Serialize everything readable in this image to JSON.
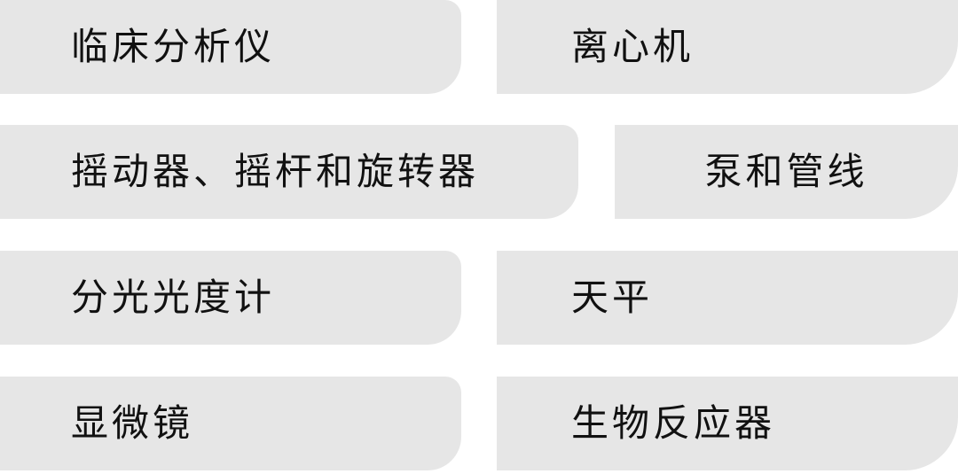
{
  "colors": {
    "tile_background": "#e6e6e6",
    "text": "#111111",
    "page_background": "#ffffff"
  },
  "tiles": [
    {
      "label": "临床分析仪"
    },
    {
      "label": "离心机"
    },
    {
      "label": "摇动器、摇杆和旋转器"
    },
    {
      "label": "泵和管线"
    },
    {
      "label": "分光光度计"
    },
    {
      "label": "天平"
    },
    {
      "label": "显微镜"
    },
    {
      "label": "生物反应器"
    }
  ]
}
